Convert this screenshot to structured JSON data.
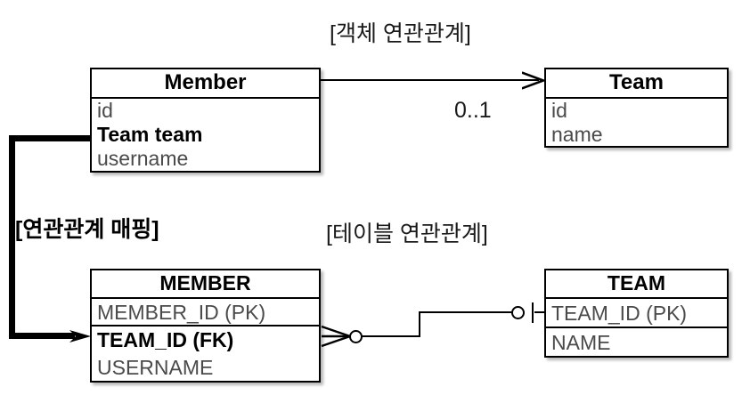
{
  "diagram": {
    "type": "uml-er-mapping-diagram",
    "captions": {
      "object_model": "[객체 연관관계]",
      "table_model": "[테이블 연관관계]",
      "mapping": "[연관관계 매핑]"
    },
    "object_model": {
      "classes": [
        {
          "name": "Member",
          "fields": [
            {
              "text": "id",
              "emphasis": "normal"
            },
            {
              "text": "Team team",
              "emphasis": "bold"
            },
            {
              "text": "username",
              "emphasis": "normal"
            }
          ]
        },
        {
          "name": "Team",
          "fields": [
            {
              "text": "id",
              "emphasis": "normal"
            },
            {
              "text": "name",
              "emphasis": "normal"
            }
          ]
        }
      ],
      "association": {
        "from": "Member",
        "to": "Team",
        "multiplicity": "0..1",
        "arrow": "open-arrow-right"
      }
    },
    "table_model": {
      "tables": [
        {
          "name": "MEMBER",
          "columns": [
            {
              "text": "MEMBER_ID (PK)",
              "emphasis": "normal"
            },
            {
              "text": "TEAM_ID (FK)",
              "emphasis": "bold"
            },
            {
              "text": "USERNAME",
              "emphasis": "normal"
            }
          ]
        },
        {
          "name": "TEAM",
          "columns": [
            {
              "text": "TEAM_ID (PK)",
              "emphasis": "normal"
            },
            {
              "text": "NAME",
              "emphasis": "normal"
            }
          ]
        }
      ],
      "relationship": {
        "member_side": "crows-foot-zero-or-many",
        "team_side": "circle-tick-zero-or-one"
      }
    },
    "mapping_connector": {
      "from": "Member.Team team",
      "to": "MEMBER.TEAM_ID (FK)",
      "style": "thick-solid-arrow"
    },
    "colors": {
      "stroke": "#000000",
      "field_text": "#4a4a4a",
      "emphasis_text": "#000000",
      "background": "#ffffff"
    }
  }
}
